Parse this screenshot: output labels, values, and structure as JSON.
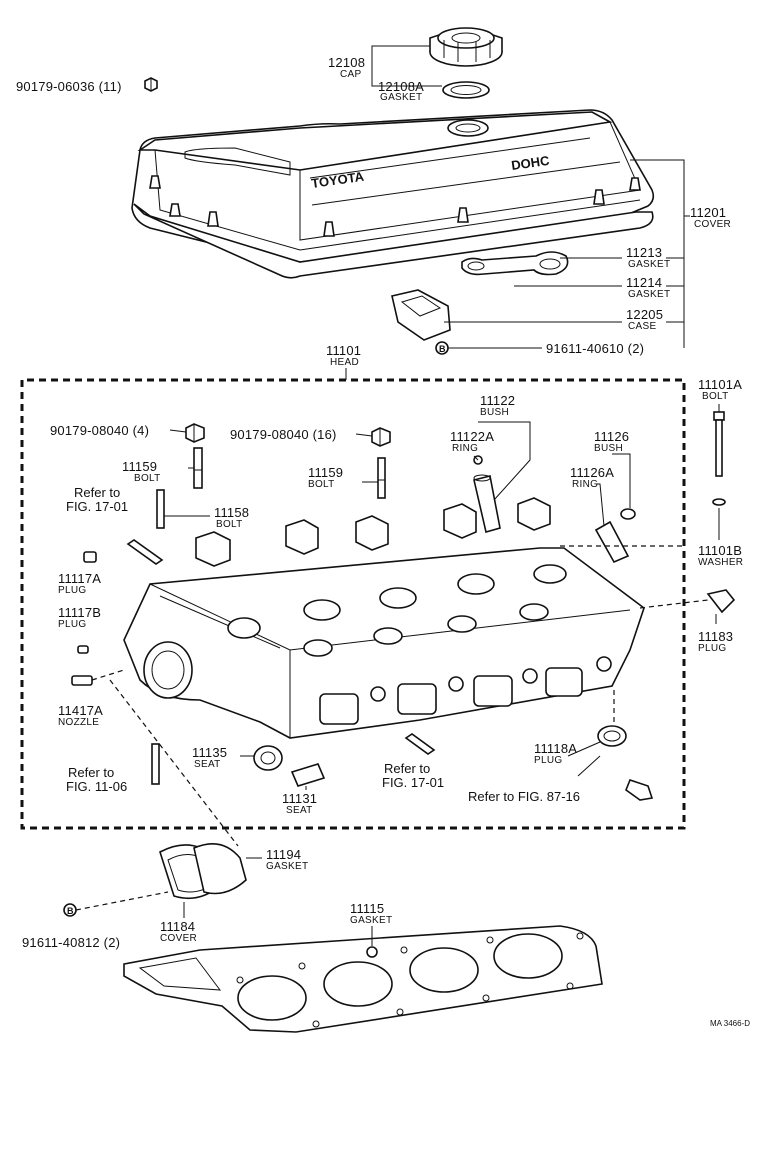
{
  "figure_code": "MA 3466-D",
  "labels": {
    "cap": {
      "number": "12108",
      "name": "CAP"
    },
    "cap_gasket": {
      "number": "12108A",
      "name": "GASKET"
    },
    "nut_top": {
      "number": "90179-06036 (11)"
    },
    "cover": {
      "number": "11201",
      "name": "COVER"
    },
    "gasket_11213": {
      "number": "11213",
      "name": "GASKET"
    },
    "gasket_11214": {
      "number": "11214",
      "name": "GASKET"
    },
    "case": {
      "number": "12205",
      "name": "CASE"
    },
    "bolt_b": {
      "number": "91611-40610 (2)"
    },
    "head": {
      "number": "11101",
      "name": "HEAD"
    },
    "bolt_11101a": {
      "number": "11101A",
      "name": "BOLT"
    },
    "washer": {
      "number": "11101B",
      "name": "WASHER"
    },
    "nut_4": {
      "number": "90179-08040 (4)"
    },
    "nut_16": {
      "number": "90179-08040 (16)"
    },
    "bush_11122": {
      "number": "11122",
      "name": "BUSH"
    },
    "ring_11122a": {
      "number": "11122A",
      "name": "RING"
    },
    "bush_11126": {
      "number": "11126",
      "name": "BUSH"
    },
    "ring_11126a": {
      "number": "11126A",
      "name": "RING"
    },
    "bolt_11159_left": {
      "number": "11159",
      "name": "BOLT"
    },
    "bolt_11159_mid": {
      "number": "11159",
      "name": "BOLT"
    },
    "bolt_11158": {
      "number": "11158",
      "name": "BOLT"
    },
    "refer_17_01_top": {
      "line1": "Refer to",
      "line2": "FIG. 17-01"
    },
    "plug_11117a": {
      "number": "11117A",
      "name": "PLUG"
    },
    "plug_11117b": {
      "number": "11117B",
      "name": "PLUG"
    },
    "nozzle": {
      "number": "11417A",
      "name": "NOZZLE"
    },
    "plug_11183": {
      "number": "11183",
      "name": "PLUG"
    },
    "seat_11135": {
      "number": "11135",
      "name": "SEAT"
    },
    "seat_11131": {
      "number": "11131",
      "name": "SEAT"
    },
    "refer_11_06": {
      "line1": "Refer to",
      "line2": "FIG. 11-06"
    },
    "refer_17_01_bottom": {
      "line1": "Refer to",
      "line2": "FIG. 17-01"
    },
    "plug_11118a": {
      "number": "11118A",
      "name": "PLUG"
    },
    "refer_87_16": {
      "text": "Refer to FIG. 87-16"
    },
    "gasket_11194": {
      "number": "11194",
      "name": "GASKET"
    },
    "cover_11184": {
      "number": "11184",
      "name": "COVER"
    },
    "bolt_b_bottom": {
      "number": "91611-40812 (2)"
    },
    "gasket_11115": {
      "number": "11115",
      "name": "GASKET"
    },
    "callout_marker": "B",
    "cover_emboss": [
      "TOYOTA",
      "DOHC"
    ]
  }
}
